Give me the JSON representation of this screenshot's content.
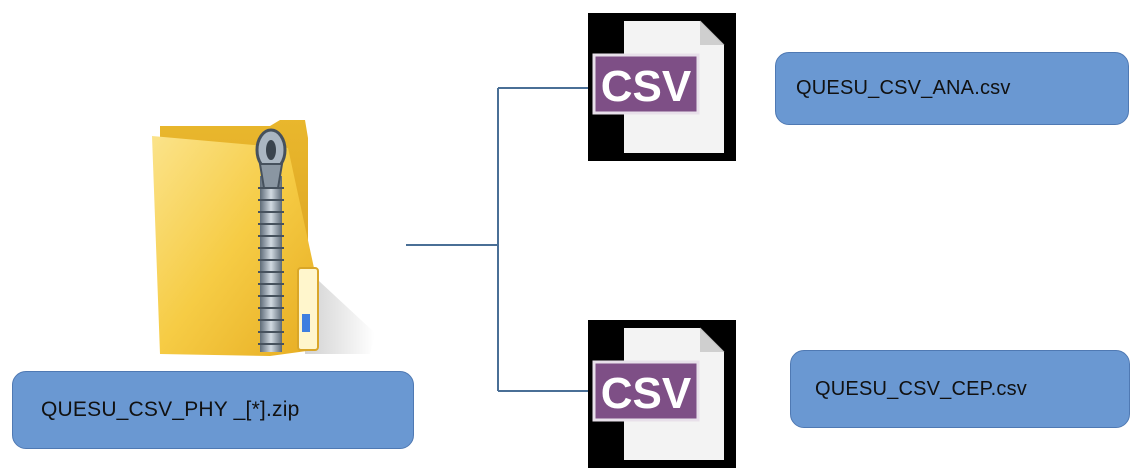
{
  "root": {
    "filename": "QUESU_CSV_PHY _[*].zip",
    "icon": "zip-folder-icon"
  },
  "children": [
    {
      "filename": "QUESU_CSV_ANA.csv",
      "icon": "csv-file-icon",
      "icon_text": "CSV"
    },
    {
      "filename": "QUESU_CSV_CEP.csv",
      "icon": "csv-file-icon",
      "icon_text": "CSV"
    }
  ],
  "colors": {
    "label_fill": "#6a98d2",
    "connector": "#4a6f96",
    "csv_badge": "#7e4f86",
    "folder": "#f4c73a"
  }
}
